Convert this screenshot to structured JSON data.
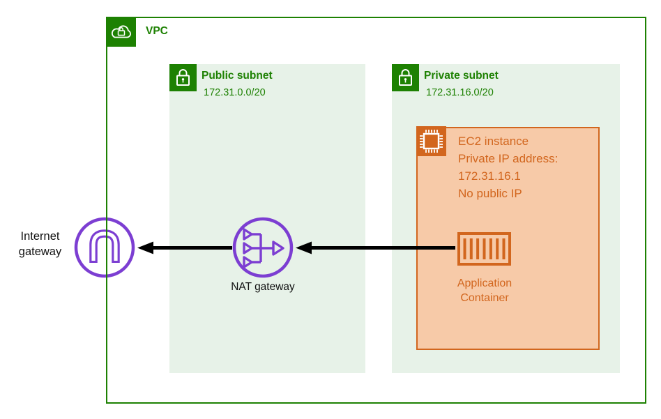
{
  "diagram_type": "aws-network-architecture",
  "vpc": {
    "label": "VPC"
  },
  "public_subnet": {
    "label": "Public subnet",
    "cidr": "172.31.0.0/20"
  },
  "private_subnet": {
    "label": "Private subnet",
    "cidr": "172.31.16.0/20"
  },
  "ec2_instance": {
    "lines": [
      "EC2 instance",
      "Private IP address:",
      "172.31.16.1",
      "No public IP"
    ]
  },
  "application_container": {
    "lines": [
      "Application",
      "Container"
    ]
  },
  "nat_gateway": {
    "label": "NAT gateway"
  },
  "internet_gateway": {
    "lines": [
      "Internet",
      "gateway"
    ]
  },
  "icons": {
    "vpc": "cloud-with-lock-icon",
    "public_subnet": "padlock-icon",
    "private_subnet": "padlock-icon",
    "ec2": "processor-chip-icon",
    "application_container": "container-bars-icon",
    "nat_gateway": "merge-arrows-circle-icon",
    "internet_gateway": "arch-circle-icon"
  },
  "arrows": [
    {
      "from": "nat-gateway",
      "to": "internet-gateway",
      "direction": "left"
    },
    {
      "from": "application-container",
      "to": "nat-gateway",
      "direction": "left"
    }
  ],
  "colors": {
    "green": "#1d8102",
    "light_green": "#e7f2e8",
    "orange": "#d2661e",
    "light_orange": "#f7caa8",
    "purple": "#7c3ed2",
    "arrow_black": "#000000"
  }
}
